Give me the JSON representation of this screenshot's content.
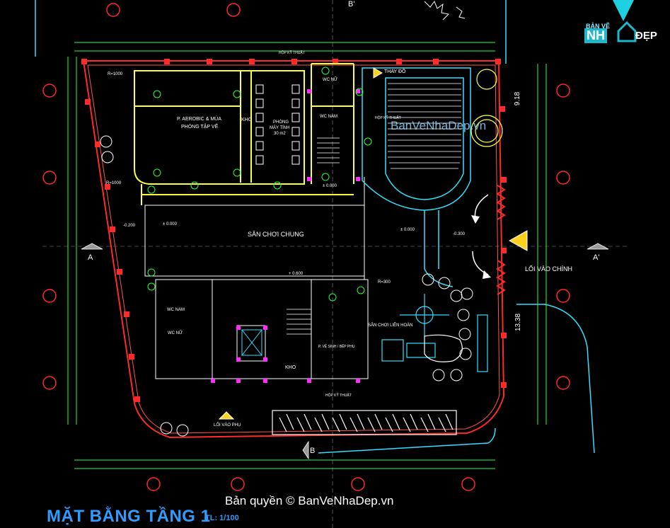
{
  "drawing": {
    "title": "MẶT BẰNG TẦNG 1",
    "scale": "TL: 1/100",
    "copyright": "Bản quyền © BanVeNhaDep.vn",
    "watermark": "BanVeNhaDep.vn"
  },
  "logo": {
    "top_text": "BẢN VẼ",
    "nh_text": "NH",
    "dep_text": "ĐẸP"
  },
  "section_markers": {
    "top": "B'",
    "bottom": "B",
    "left": "A",
    "right": "A'"
  },
  "dimensions": {
    "right_upper": "9.18",
    "right_lower": "13.38"
  },
  "rooms": {
    "aerobic": "P. AEROBIC & MÚA",
    "aerobic2": "PHÒNG TẬP VẼ",
    "kho_top": "KHO",
    "computer": "PHÒNG",
    "computer2": "MÁY TÍNH",
    "computer3": "30 m2",
    "wc_nu_top": "WC NỮ",
    "wc_nam_top": "WC NAM",
    "kt_top": "HỘP KỸ THUẬT",
    "changing": "THAY ĐỒ",
    "bepguoc": "HỘP KỸ THUẬT",
    "yard": "SÂN CHƠI CHUNG",
    "play": "SÂN CHƠI LIÊN HOÀN",
    "wc_nam_bot": "WC NAM",
    "wc_nu_bot": "WC NỮ",
    "kho_bot": "KHO",
    "service": "P. VỆ SINH / BẾP PHỤ",
    "kt_bot": "HỘP KỸ THUẬT",
    "main_entry": "LỐI VÀO CHÍNH",
    "side_entry": "LỐI VÀO PHỤ"
  },
  "levels": {
    "l1": "-0.200",
    "l2": "± 0.000",
    "l3": "± 0.000",
    "l4": "-0.300",
    "l5": "+ 0.600",
    "l6": "± 0.000",
    "l7": "R=1000",
    "l8": "R=1000",
    "l9": "R=300"
  },
  "colors": {
    "grid": "#ff2a2a",
    "wall": "#ffff3c",
    "cyan": "#33e0ff",
    "green": "#2aff3c",
    "white": "#ffffff",
    "magenta": "#ff2bff",
    "blue": "#3fa6ff"
  }
}
